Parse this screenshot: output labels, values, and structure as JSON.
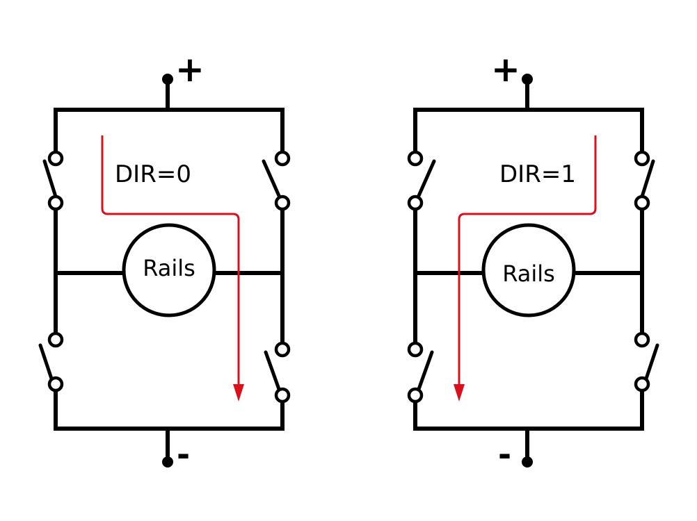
{
  "colors": {
    "wire": "#000000",
    "current_path": "#d9101c",
    "background": "#ffffff"
  },
  "circuits": [
    {
      "direction_label": "DIR=0",
      "load_label": "Rails",
      "positive_label": "+",
      "negative_label": "-"
    },
    {
      "direction_label": "DIR=1",
      "load_label": "Rails",
      "positive_label": "+",
      "negative_label": "-"
    }
  ]
}
